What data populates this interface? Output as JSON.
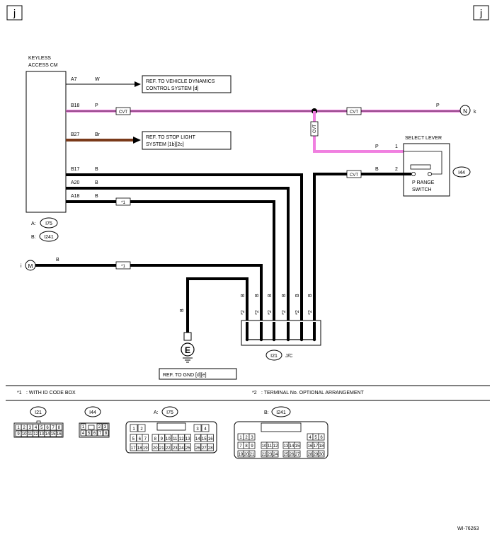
{
  "page": {
    "corner_left": "j",
    "corner_right": "j",
    "figure_id": "WI-76263"
  },
  "ecm": {
    "title_line1": "KEYLESS",
    "title_line2": "ACCESS CM",
    "conn_a_label": "A:",
    "conn_a": "I75",
    "conn_b_label": "B:",
    "conn_b": "I241"
  },
  "wires": {
    "a7_pin": "A7",
    "a7_color": "W",
    "b18_pin": "B18",
    "b18_color": "P",
    "b27_pin": "B27",
    "b27_color": "Br",
    "b17_pin": "B17",
    "b17_color": "B",
    "a20_pin": "A20",
    "a20_color": "B",
    "a18_pin": "A18",
    "a18_color": "B",
    "right_p_color": "P",
    "lever_p_color": "P",
    "lever_pin1": "1",
    "lever_b_color": "B",
    "lever_pin2": "2",
    "m_color": "B",
    "gnd_color": "B",
    "jc_colors": [
      "B",
      "B",
      "B",
      "B",
      "B",
      "B"
    ],
    "jc_marks": [
      "*2",
      "*2",
      "*2",
      "*2",
      "*2",
      "*2"
    ]
  },
  "tags": {
    "cvt_1": "CVT",
    "cvt_2": "CVT",
    "cvt_3": "CVT",
    "cvt_4": "CVT",
    "star1_a": "*1",
    "star1_b": "*1"
  },
  "refs": {
    "vdc_line1": "REF. TO VEHICLE DYNAMICS",
    "vdc_line2": "CONTROL SYSTEM  [d]",
    "stop_line1": "REF. TO STOP LIGHT",
    "stop_line2": "SYSTEM  [1b][2c]",
    "gnd": "REF. TO GND  [d][e]"
  },
  "terminals": {
    "n_letter": "N",
    "n_suffix": "k",
    "m_letter": "M",
    "m_prefix": "i",
    "e_letter": "E"
  },
  "select_lever": {
    "title": "SELECT LEVER",
    "conn": "I44",
    "switch_line1": "P RANGE",
    "switch_line2": "SWITCH"
  },
  "jc": {
    "conn": "I21",
    "label": "J/C"
  },
  "notes": {
    "note1_mark": "*1",
    "note1_text": ": WITH ID CODE BOX",
    "note2_mark": "*2",
    "note2_text": ": TERMINAL No. OPTIONAL ARRANGEMENT"
  },
  "connectors": {
    "i21_title": "I21",
    "i21_row1": [
      "1",
      "2",
      "3",
      "4",
      "5",
      "6",
      "7",
      "8"
    ],
    "i21_row2": [
      "9",
      "10",
      "11",
      "12",
      "13",
      "14",
      "15",
      "16"
    ],
    "i44_title": "I44",
    "i44_row1": [
      "1",
      "2",
      "3"
    ],
    "i44_row2": [
      "4",
      "5",
      "6",
      "7",
      "8"
    ],
    "i75_prefix": "A:",
    "i75_title": "I75",
    "i75_row1": [
      "1",
      "2",
      "3",
      "4"
    ],
    "i75_row2": [
      "5",
      "6",
      "7",
      "8",
      "9",
      "10",
      "11",
      "12",
      "13",
      "14",
      "15",
      "16"
    ],
    "i75_row3": [
      "17",
      "18",
      "19",
      "20",
      "21",
      "22",
      "23",
      "24",
      "25",
      "26",
      "27",
      "28"
    ],
    "i241_prefix": "B:",
    "i241_title": "I241",
    "i241_row1": [
      "1",
      "2",
      "3",
      "4",
      "5",
      "6"
    ],
    "i241_row2": [
      "7",
      "8",
      "9",
      "10",
      "11",
      "12",
      "13",
      "14",
      "15",
      "16",
      "17",
      "18"
    ],
    "i241_row3": [
      "19",
      "20",
      "21",
      "22",
      "23",
      "24",
      "25",
      "26",
      "27",
      "28",
      "29",
      "30"
    ]
  },
  "colors": {
    "pink_wire": "#f080e0",
    "brown_wire": "#7a3a1a",
    "black_wire": "#000000",
    "background": "#ffffff"
  }
}
